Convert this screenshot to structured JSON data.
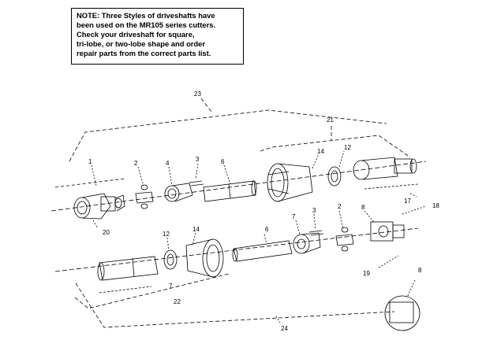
{
  "note": {
    "lines": [
      "NOTE: Three Styles of driveshafts have",
      "been used on the MR105 series cutters.",
      "Check your driveshaft for square,",
      "tri-lobe, or two-lobe shape and order",
      "repair parts from the correct parts list."
    ]
  },
  "callouts": {
    "c1": "1",
    "c2a": "2",
    "c3": "3",
    "c4": "4",
    "c6a": "6",
    "c21": "21",
    "c14a": "14",
    "c12a": "12",
    "c17": "17",
    "c20": "20",
    "c23": "23",
    "c7a": "7",
    "c3b": "3",
    "c2b": "2",
    "c8a": "8",
    "c18": "18",
    "c6b": "6",
    "c12b": "12",
    "c14b": "14",
    "c7b": "7",
    "c22": "22",
    "c19": "19",
    "c8b": "8",
    "c24": "24"
  }
}
